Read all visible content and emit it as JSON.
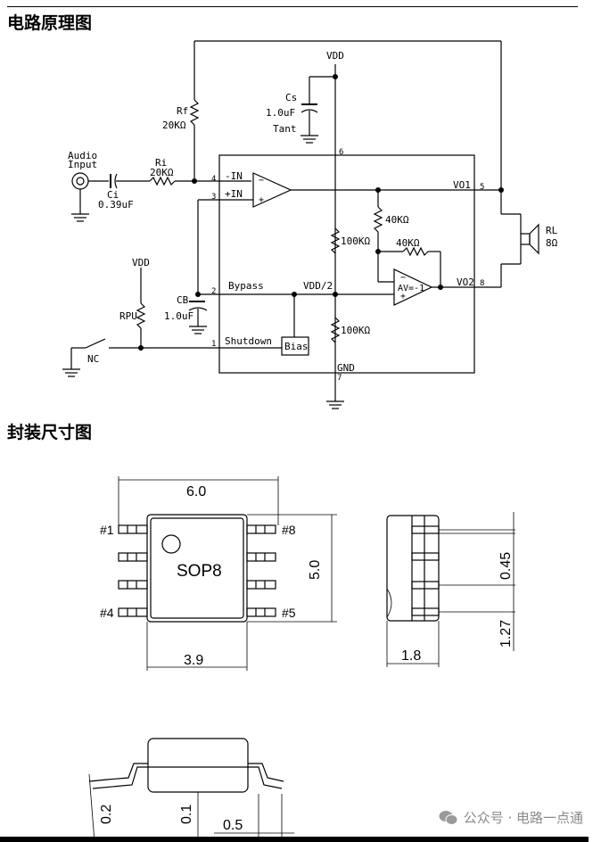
{
  "sections": {
    "schematic_title": "电路原理图",
    "package_title": "封装尺寸图"
  },
  "schematic": {
    "vdd_top": "VDD",
    "cs_label": "Cs",
    "cs_value": "1.0uF",
    "cs_type": "Tant",
    "rf_label": "Rf",
    "rf_value": "20KΩ",
    "audio_label_1": "Audio",
    "audio_label_2": "Input",
    "ci_label": "Ci",
    "ci_value": "0.39uF",
    "ri_label": "Ri",
    "ri_value": "20KΩ",
    "pin6": "6",
    "pin4": "4",
    "pin3": "3",
    "pin2": "2",
    "pin1": "1",
    "pin5": "5",
    "pin8": "8",
    "pin7": "7",
    "neg_in": "-IN",
    "pos_in": "+IN",
    "vo1": "VO1",
    "vo2": "VO2",
    "r40k_1": "40KΩ",
    "r40k_2": "40KΩ",
    "r100k_1": "100KΩ",
    "r100k_2": "100KΩ",
    "rl_label": "RL",
    "rl_value": "8Ω",
    "vdd_left": "VDD",
    "rpu_label": "RPU",
    "cb_label": "CB",
    "cb_value": "1.0uF",
    "bypass": "Bypass",
    "vdd_half": "VDD/2",
    "av": "AV=-1",
    "shutdown": "Shutdown",
    "bias": "Bias",
    "nc": "NC",
    "gnd": "GND"
  },
  "package": {
    "width_top": "6.0",
    "pin1": "#1",
    "pin8": "#8",
    "pin4": "#4",
    "pin5": "#5",
    "name": "SOP8",
    "height": "5.0",
    "width_body": "3.9",
    "pitch": "0.45",
    "lead_spacing": "1.27",
    "side_width": "1.8",
    "foot_h": "0.2",
    "standoff": "0.1",
    "foot_len": "0.5"
  },
  "watermark": "公众号 · 电路一点通"
}
